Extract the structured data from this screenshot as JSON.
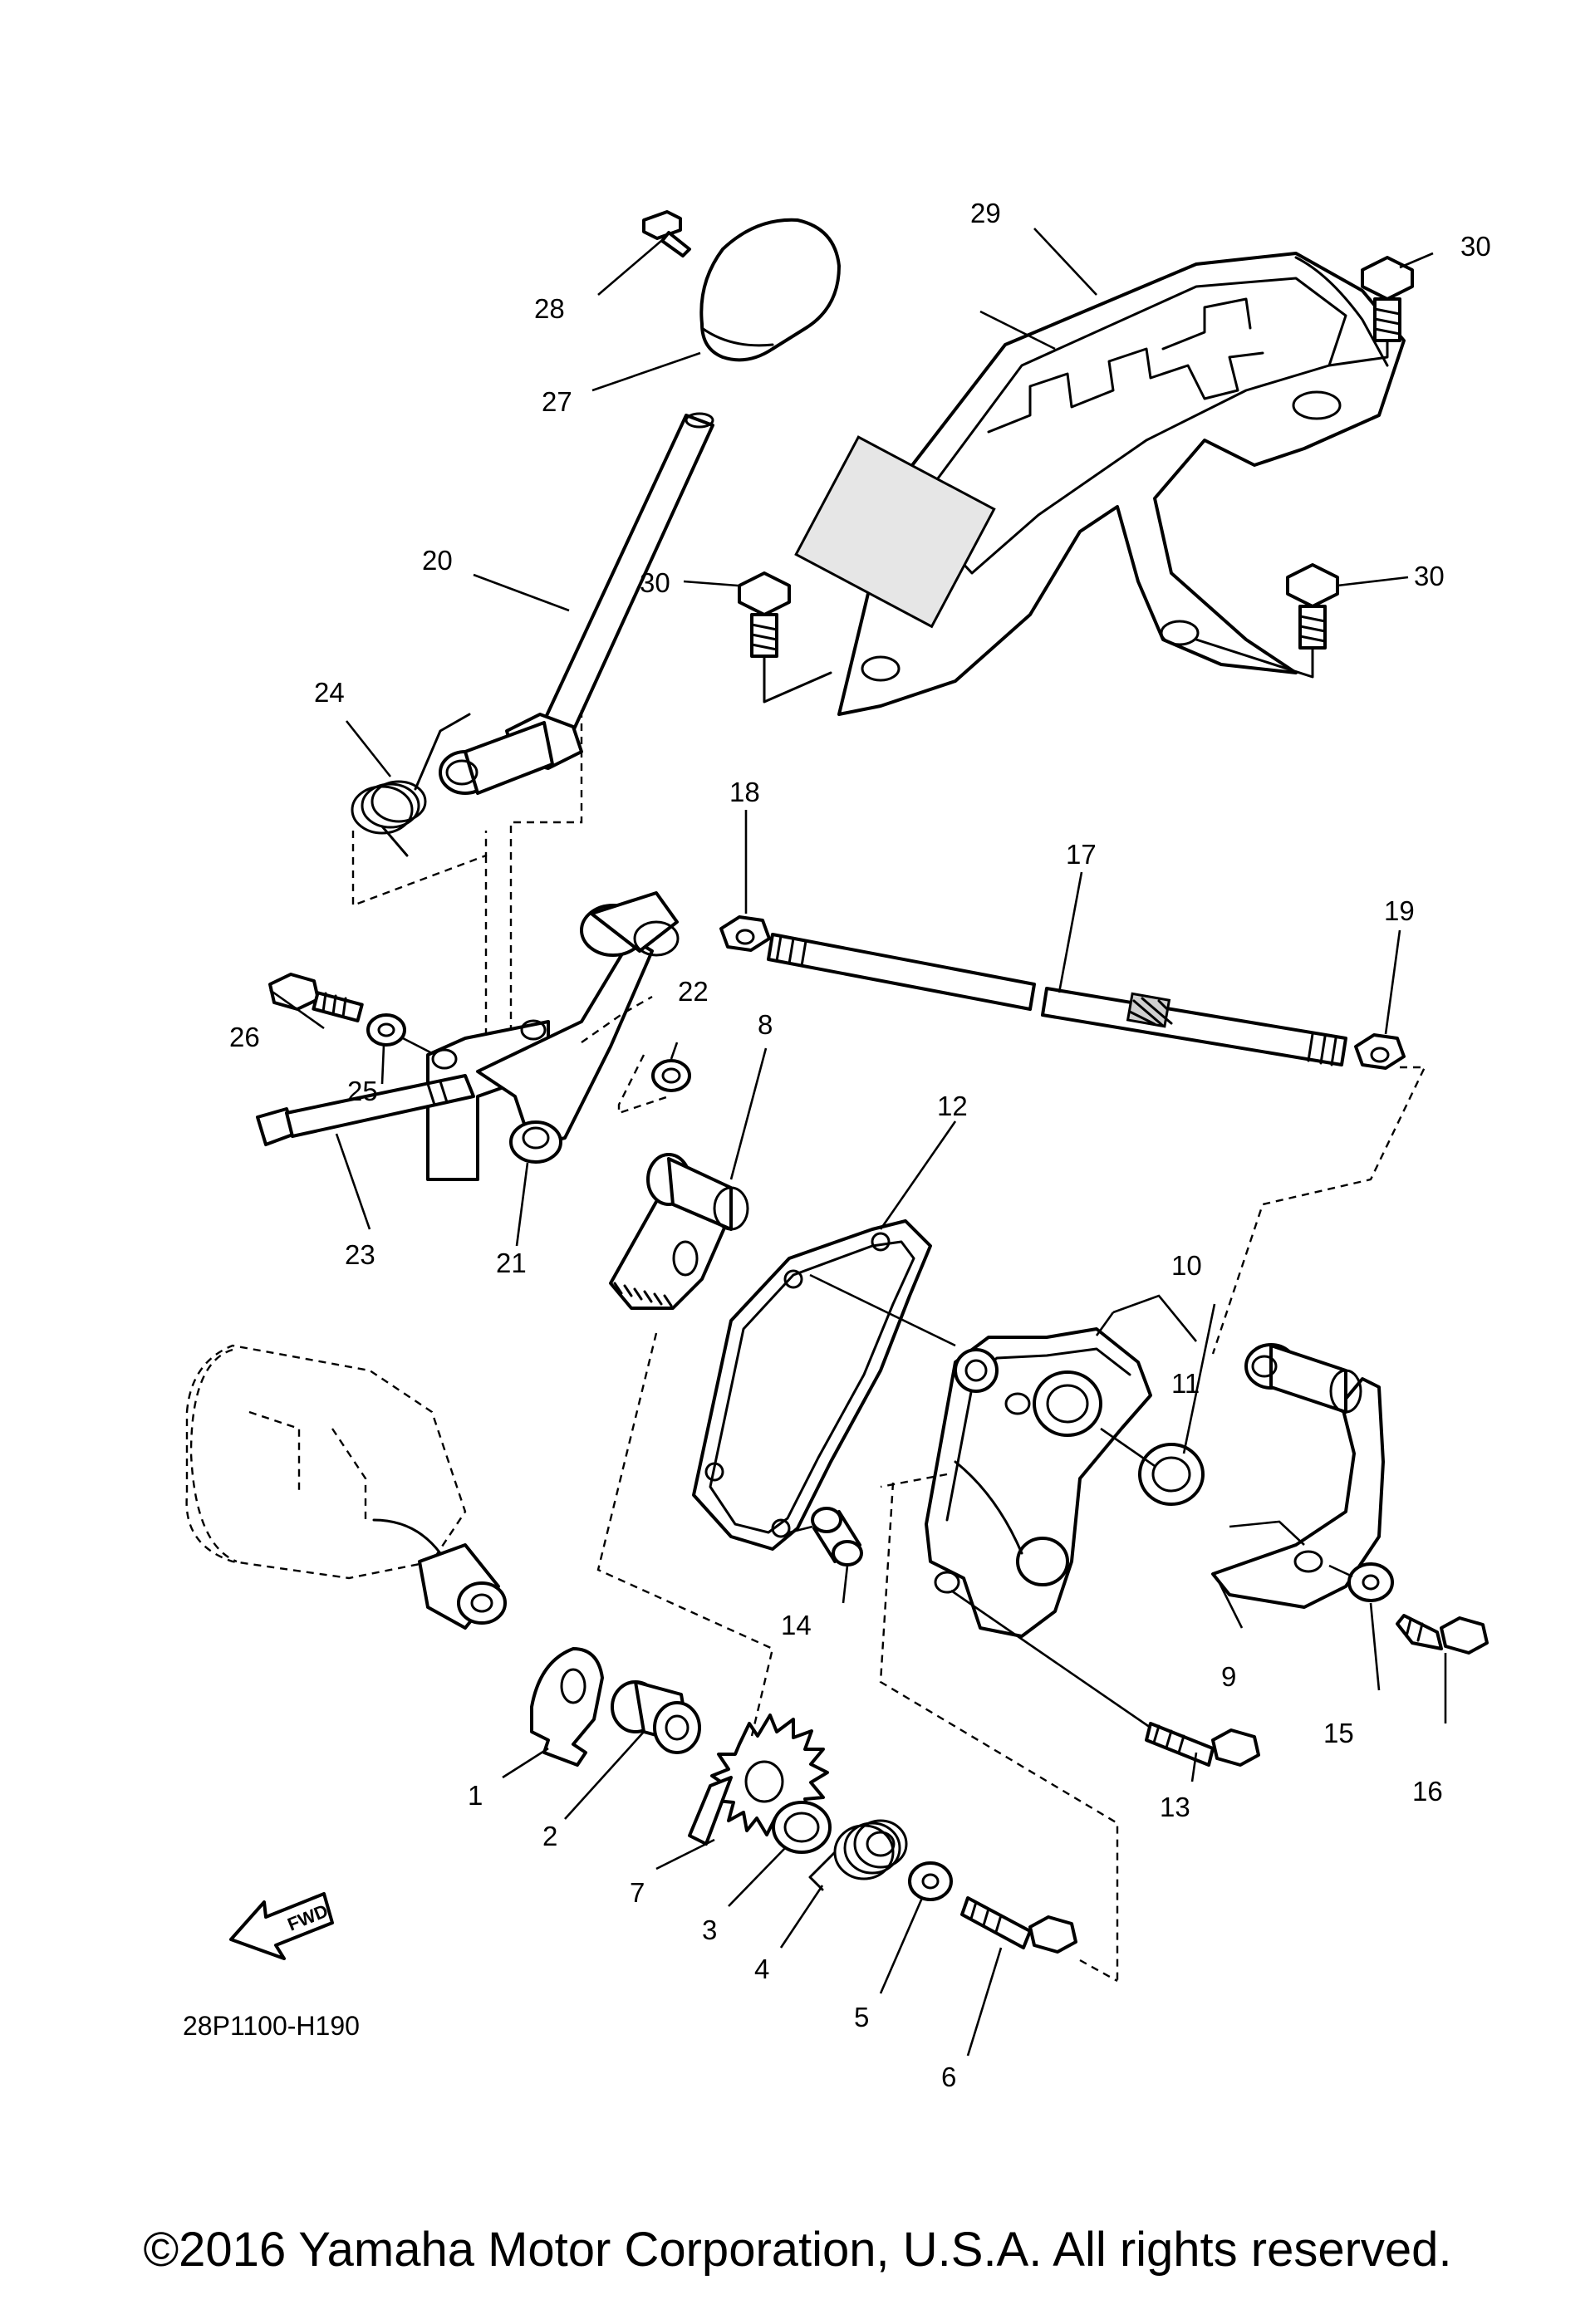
{
  "diagram_code": "28P1100-H190",
  "fwd_label": "FWD",
  "copyright": "©2016 Yamaha Motor Corporation, U.S.A. All rights reserved.",
  "callouts": {
    "c1": "1",
    "c2": "2",
    "c3": "3",
    "c4": "4",
    "c5": "5",
    "c6": "6",
    "c7": "7",
    "c8": "8",
    "c9": "9",
    "c10": "10",
    "c11": "11",
    "c12": "12",
    "c13": "13",
    "c14": "14",
    "c15": "15",
    "c16": "16",
    "c17": "17",
    "c18": "18",
    "c19": "19",
    "c20": "20",
    "c21": "21",
    "c22": "22",
    "c23": "23",
    "c24": "24",
    "c25": "25",
    "c26": "26",
    "c27": "27",
    "c28": "28",
    "c29": "29",
    "c30a": "30",
    "c30b": "30",
    "c30c": "30"
  }
}
